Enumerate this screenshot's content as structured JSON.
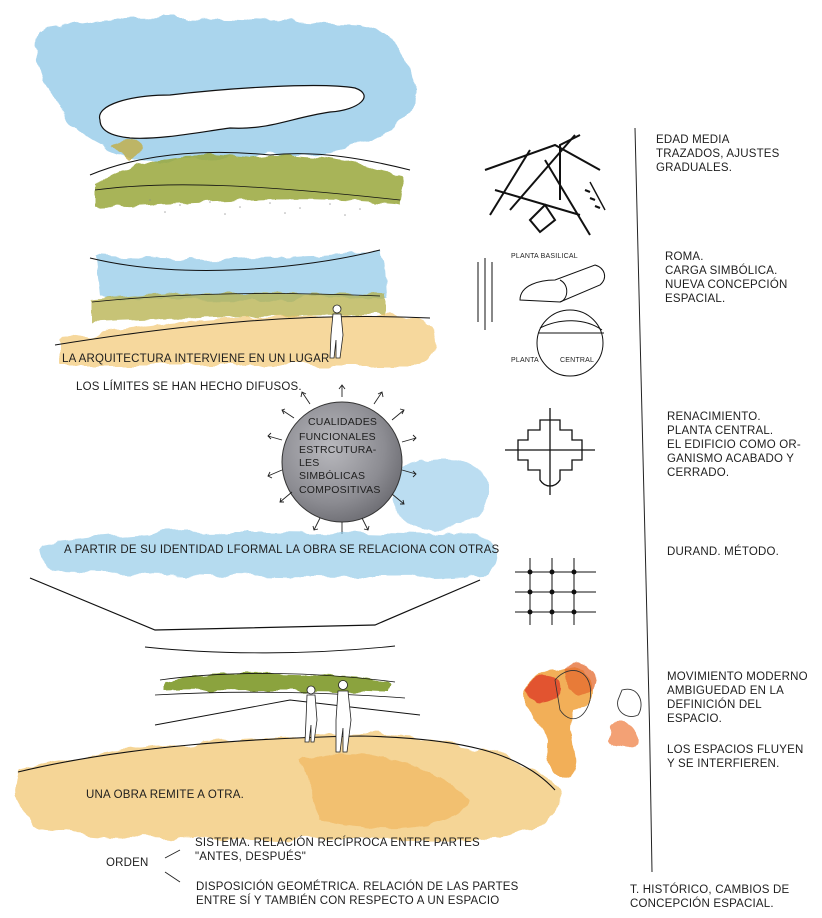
{
  "left_captions": {
    "lugar": "LA ARQUITECTURA INTERVIENE EN UN LUGAR",
    "limites": "LOS LÍMITES SE HAN HECHO DIFUSOS.",
    "identidad": "A PARTIR DE SU IDENTIDAD LFORMAL LA OBRA SE RELACIONA CON OTRAS",
    "remite": "UNA OBRA REMITE A OTRA."
  },
  "circle_labels": {
    "l1": "CUALIDADES",
    "l2": "FUNCIONALES",
    "l3": "ESTRCUTURA-",
    "l4": "LES",
    "l5": "SIMBÓLICAS",
    "l6": "COMPOSITIVAS"
  },
  "plan_labels": {
    "basilical": "PLANTA BASILICAL",
    "planta": "PLANTA",
    "central": "CENTRAL"
  },
  "timeline": {
    "edad_media": "EDAD  MEDIA\nTRAZADOS,  AJUSTES\nGRADUALES.",
    "roma": "ROMA.\nCARGA  SIMBÓLICA.\nNUEVA CONCEPCIÓN\nESPACIAL.",
    "renacimiento": "RENACIMIENTO.\nPLANTA CENTRAL.\nEL EDIFICIO COMO OR-\nGANISMO ACABADO Y\nCERRADO.",
    "durand": "DURAND. MÉTODO.",
    "moderno": "MOVIMIENTO MODERNO\nAMBIGUEDAD EN LA\nDEFINICIÓN DEL\nESPACIO.",
    "fluyen": "LOS ESPACIOS FLUYEN\nY SE INTERFIEREN.",
    "historico": "T. HISTÓRICO, CAMBIOS DE\nCONCEPCIÓN ESPACIAL."
  },
  "orden": {
    "label": "ORDEN",
    "sistema": "SISTEMA. RELACIÓN RECÍPROCA ENTRE PARTES\n\"ANTES, DESPUÉS\"",
    "disposicion": "DISPOSICIÓN GEOMÉTRICA. RELACIÓN DE LAS PARTES\nENTRE SÍ Y TAMBIÉN CON RESPECTO A UN ESPACIO"
  },
  "colors": {
    "sky_blue": "#8ec8e8",
    "olive_green": "#9aa83a",
    "sand_yellow": "#f2c46a",
    "orange": "#ef9a2a",
    "red": "#e0452a",
    "circle_grey": "#8c8c92"
  }
}
